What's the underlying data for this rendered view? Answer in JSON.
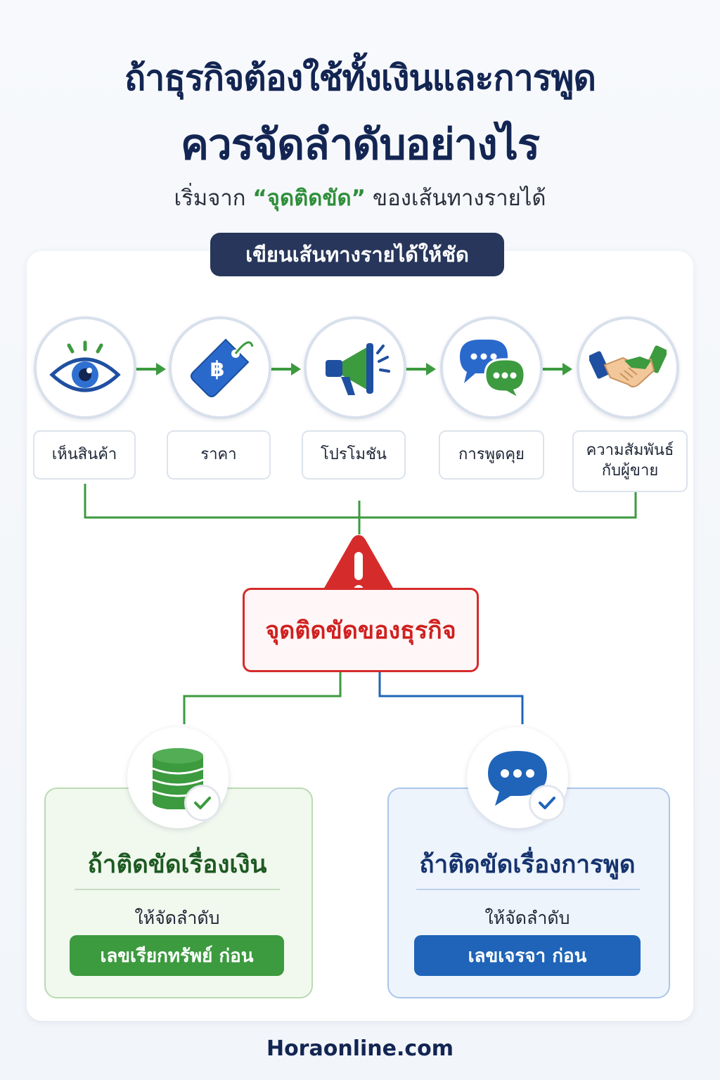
{
  "header": {
    "title_line1": "ถ้าธุรกิจต้องใช้ทั้งเงินและการพูด",
    "title_line2": "ควรจัดลำดับอย่างไร",
    "subtitle_pre": "เริ่มจาก",
    "subtitle_highlight": "“จุดติดขัด”",
    "subtitle_post": "ของเส้นทางรายได้"
  },
  "section_pill": "เขียนเส้นทางรายได้ให้ชัด",
  "steps": [
    {
      "label": "เห็นสินค้า",
      "icon": "eye-icon"
    },
    {
      "label": "ราคา",
      "icon": "price-tag-icon"
    },
    {
      "label": "โปรโมชัน",
      "icon": "megaphone-icon"
    },
    {
      "label": "การพูดคุย",
      "icon": "chat-bubbles-icon"
    },
    {
      "label": "ความสัมพันธ์\nกับผู้ขาย",
      "icon": "handshake-icon"
    }
  ],
  "bottleneck": {
    "label": "จุดติดขัดของธุรกิจ",
    "icon": "warning-icon"
  },
  "panels": {
    "money": {
      "title": "ถ้าติดขัดเรื่องเงิน",
      "sub": "ให้จัดลำดับ",
      "button": "เลขเรียกทรัพย์ ก่อน",
      "icon": "coin-stack-icon"
    },
    "speech": {
      "title": "ถ้าติดขัดเรื่องการพูด",
      "sub": "ให้จัดลำดับ",
      "button": "เลขเจรจา ก่อน",
      "icon": "chat-bubble-icon"
    }
  },
  "colors": {
    "navy": "#132552",
    "green": "#3c9a3f",
    "blue": "#1f64b8",
    "red": "#d62b2b"
  },
  "footer": "Horaonline.com"
}
